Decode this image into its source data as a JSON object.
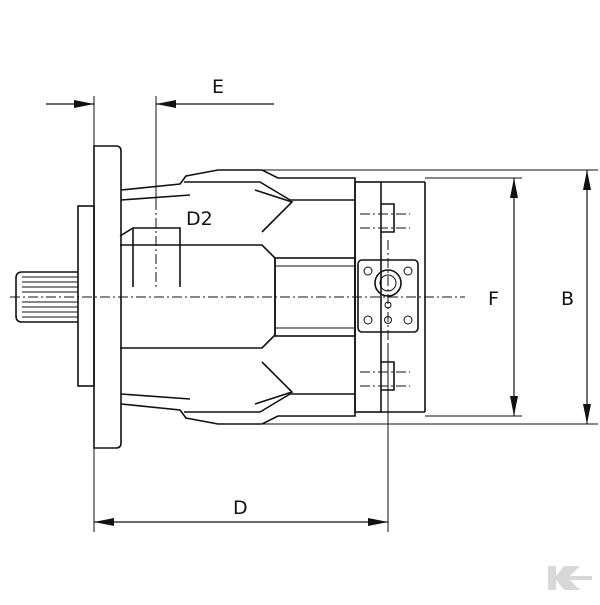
{
  "dimensions": {
    "E": "E",
    "D2": "D2",
    "F": "F",
    "B": "B",
    "D": "D"
  },
  "watermark_icon": "brand-logo-icon"
}
